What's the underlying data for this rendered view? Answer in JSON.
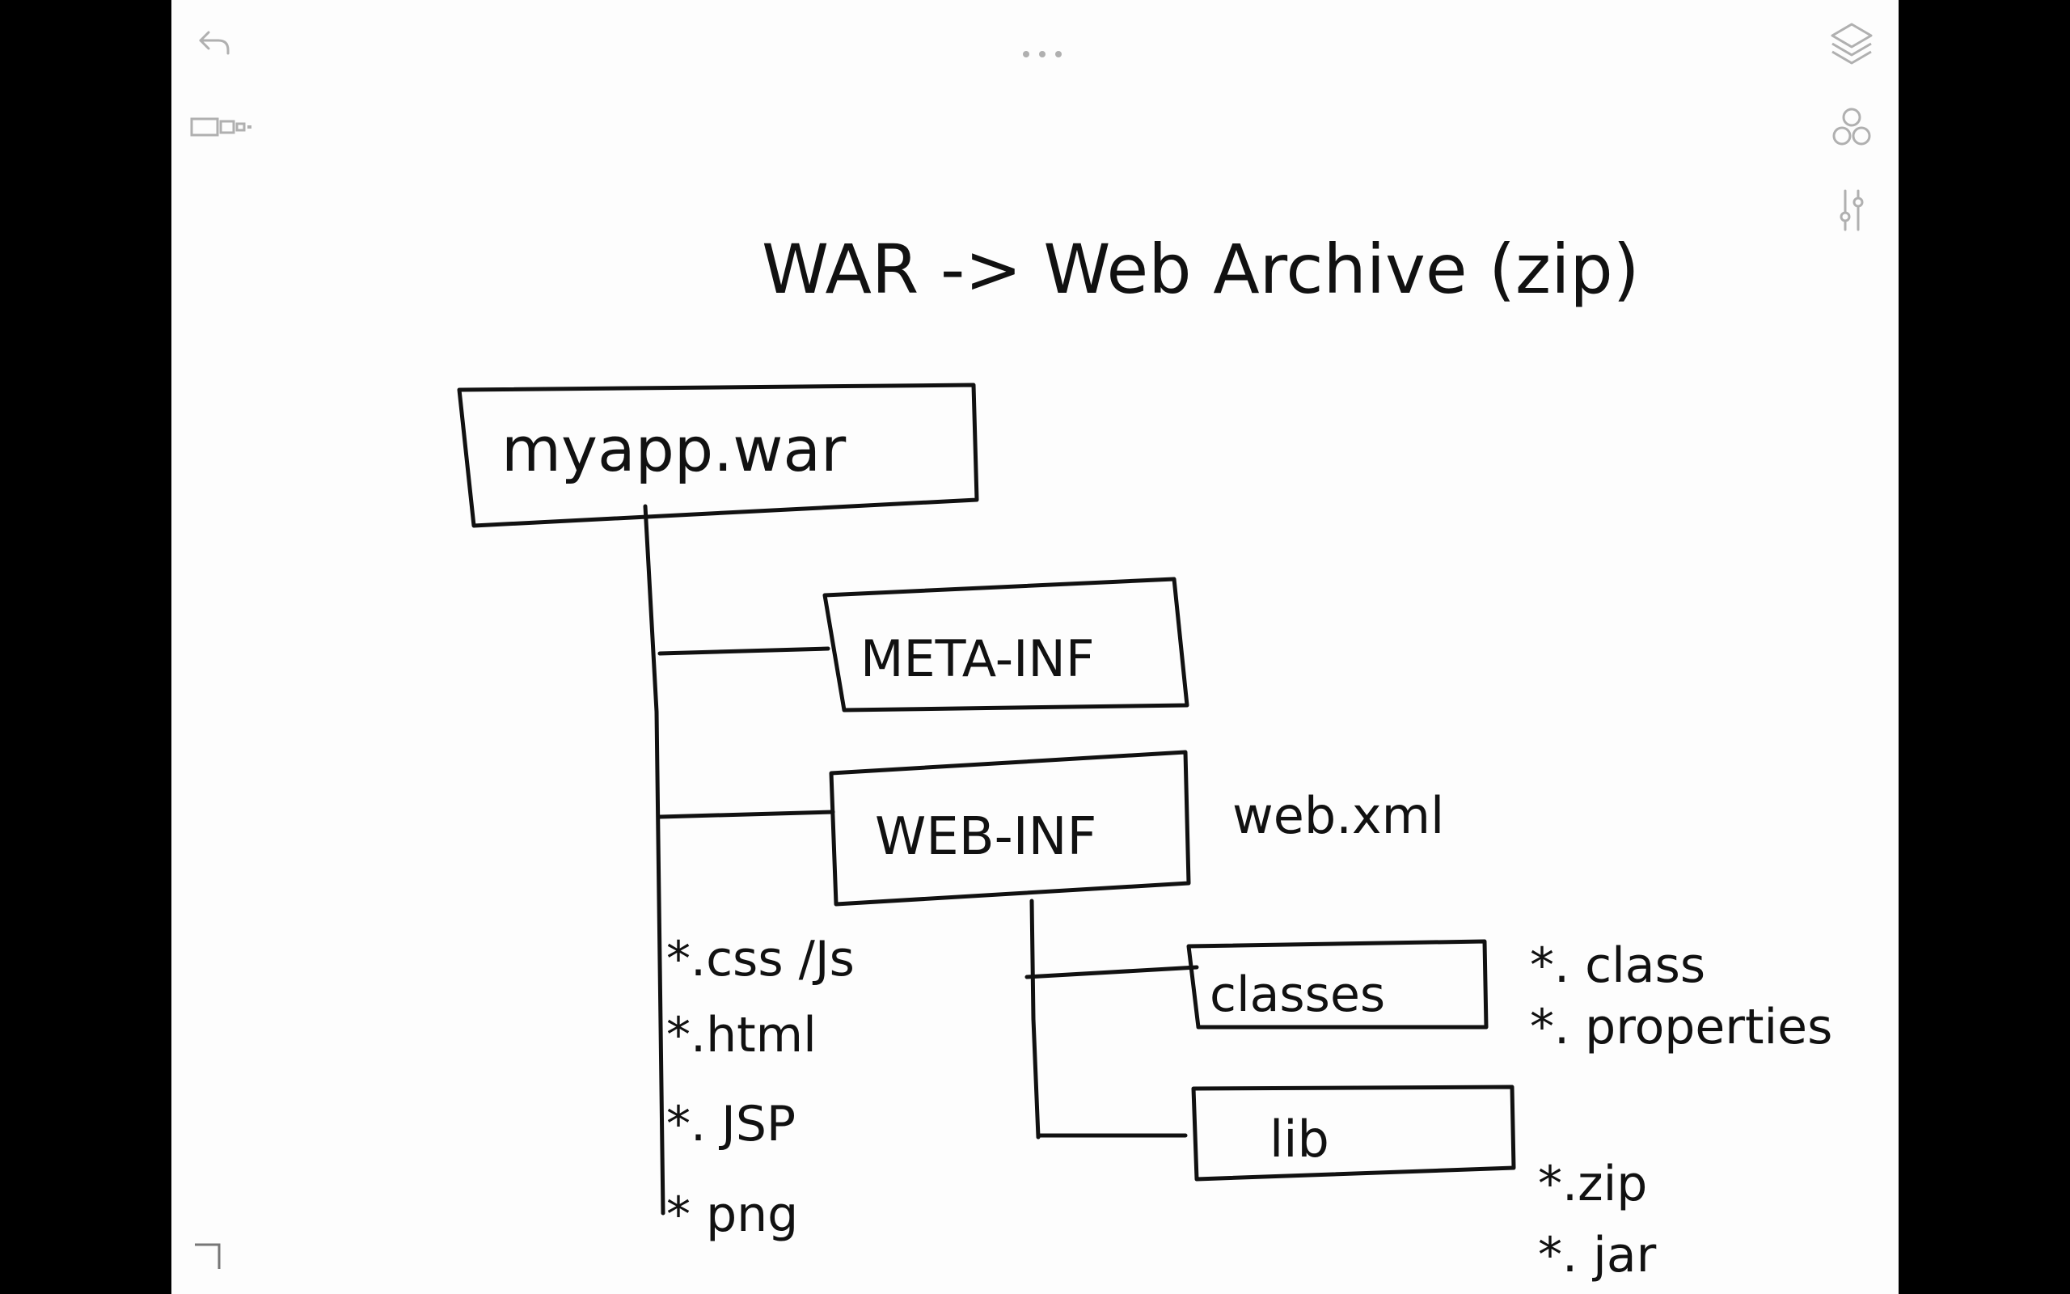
{
  "toolbar": {
    "undo_icon": "undo-arrow-icon",
    "more_icon": "ellipsis-icon",
    "pages_icon": "page-thumbnails-icon",
    "layers_icon": "layers-icon",
    "shapes_icon": "shapes-circles-icon",
    "settings_icon": "sliders-icon",
    "corner_icon": "corner-bracket-icon"
  },
  "notes": {
    "title": "WAR -> Web Archive (zip)",
    "root": "myapp.war",
    "meta_inf": "META-INF",
    "web_inf": "WEB-INF",
    "web_xml": "web.xml",
    "root_files": [
      "*.css /Js",
      "*.html",
      "*. JSP",
      "* png"
    ],
    "classes": "classes",
    "lib": "lib",
    "classes_files": [
      "*. class",
      "*. properties"
    ],
    "lib_files": [
      "*.zip",
      "*. jar"
    ]
  },
  "colors": {
    "ink": "#111111",
    "paper": "#fdfdfd",
    "frame": "#000000",
    "toolbar_icon": "#b0b0b0"
  }
}
